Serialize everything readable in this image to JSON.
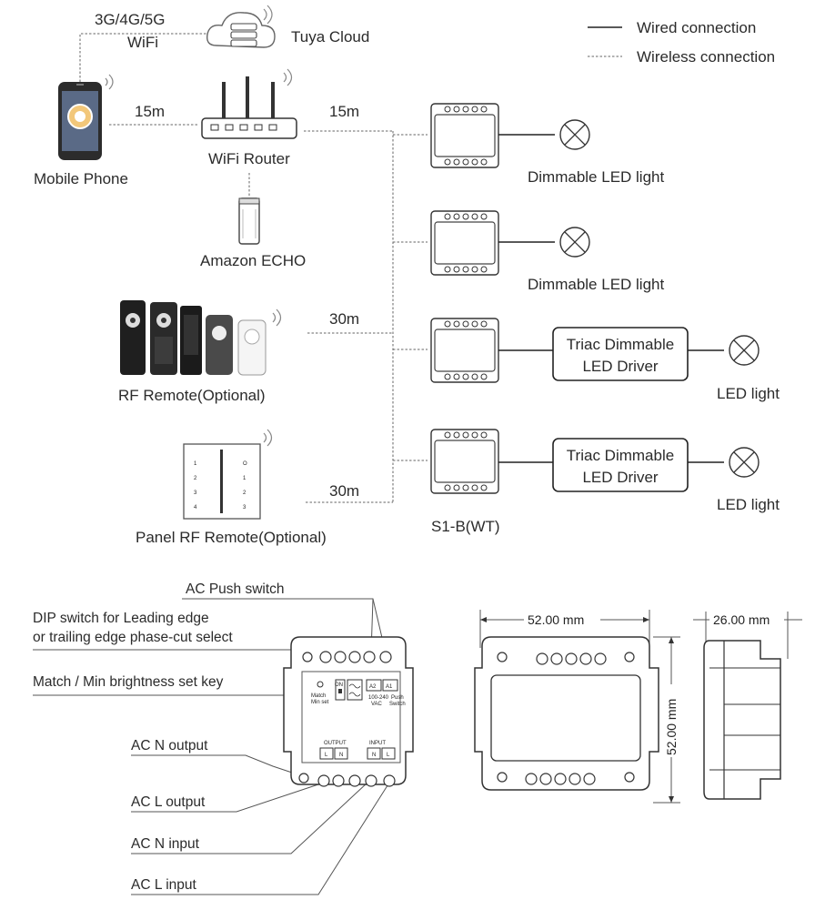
{
  "legend": {
    "wired": "Wired connection",
    "wireless": "Wireless connection"
  },
  "network": {
    "mobile_net": "3G/4G/5G",
    "wifi": "WiFi",
    "cloud": "Tuya Cloud",
    "phone": "Mobile Phone",
    "router": "WiFi Router",
    "echo": "Amazon ECHO",
    "rf_remote": "RF Remote(Optional)",
    "panel_remote": "Panel RF Remote(Optional)",
    "dist_phone_router": "15m",
    "dist_router_devices": "15m",
    "dist_rf_remote": "30m",
    "dist_panel_remote": "30m",
    "panel_left_numbers": [
      "1",
      "2",
      "3",
      "4"
    ],
    "panel_right_marks": [
      "O",
      "1",
      "2",
      "3"
    ]
  },
  "outputs": {
    "dimmable_led_1": "Dimmable LED light",
    "dimmable_led_2": "Dimmable LED light",
    "driver_1": [
      "Triac Dimmable",
      "LED Driver"
    ],
    "driver_2": [
      "Triac Dimmable",
      "LED Driver"
    ],
    "led_light_1": "LED light",
    "led_light_2": "LED light",
    "model": "S1-B(WT)"
  },
  "wiring": {
    "ac_push": "AC Push switch",
    "dip_line1": "DIP switch for Leading edge",
    "dip_line2": "or trailing edge phase-cut select",
    "match_key": "Match / Min brightness set key",
    "ac_n_output": "AC N output",
    "ac_l_output": "AC L output",
    "ac_n_input": "AC N input",
    "ac_l_input": "AC L input",
    "pcb_match": "Match",
    "pcb_minset": "Min set",
    "pcb_on": "ON",
    "pcb_a2": "A2",
    "pcb_a1": "A1",
    "pcb_vac1": "100-240",
    "pcb_vac2": "VAC",
    "pcb_push1": "Push",
    "pcb_push2": "Switch",
    "pcb_output": "OUTPUT",
    "pcb_input": "INPUT",
    "pcb_out_l": "L",
    "pcb_out_n": "N",
    "pcb_in_n": "N",
    "pcb_in_l": "L"
  },
  "dimensions": {
    "width": "52.00 mm",
    "height": "52.00 mm",
    "depth": "26.00 mm"
  }
}
